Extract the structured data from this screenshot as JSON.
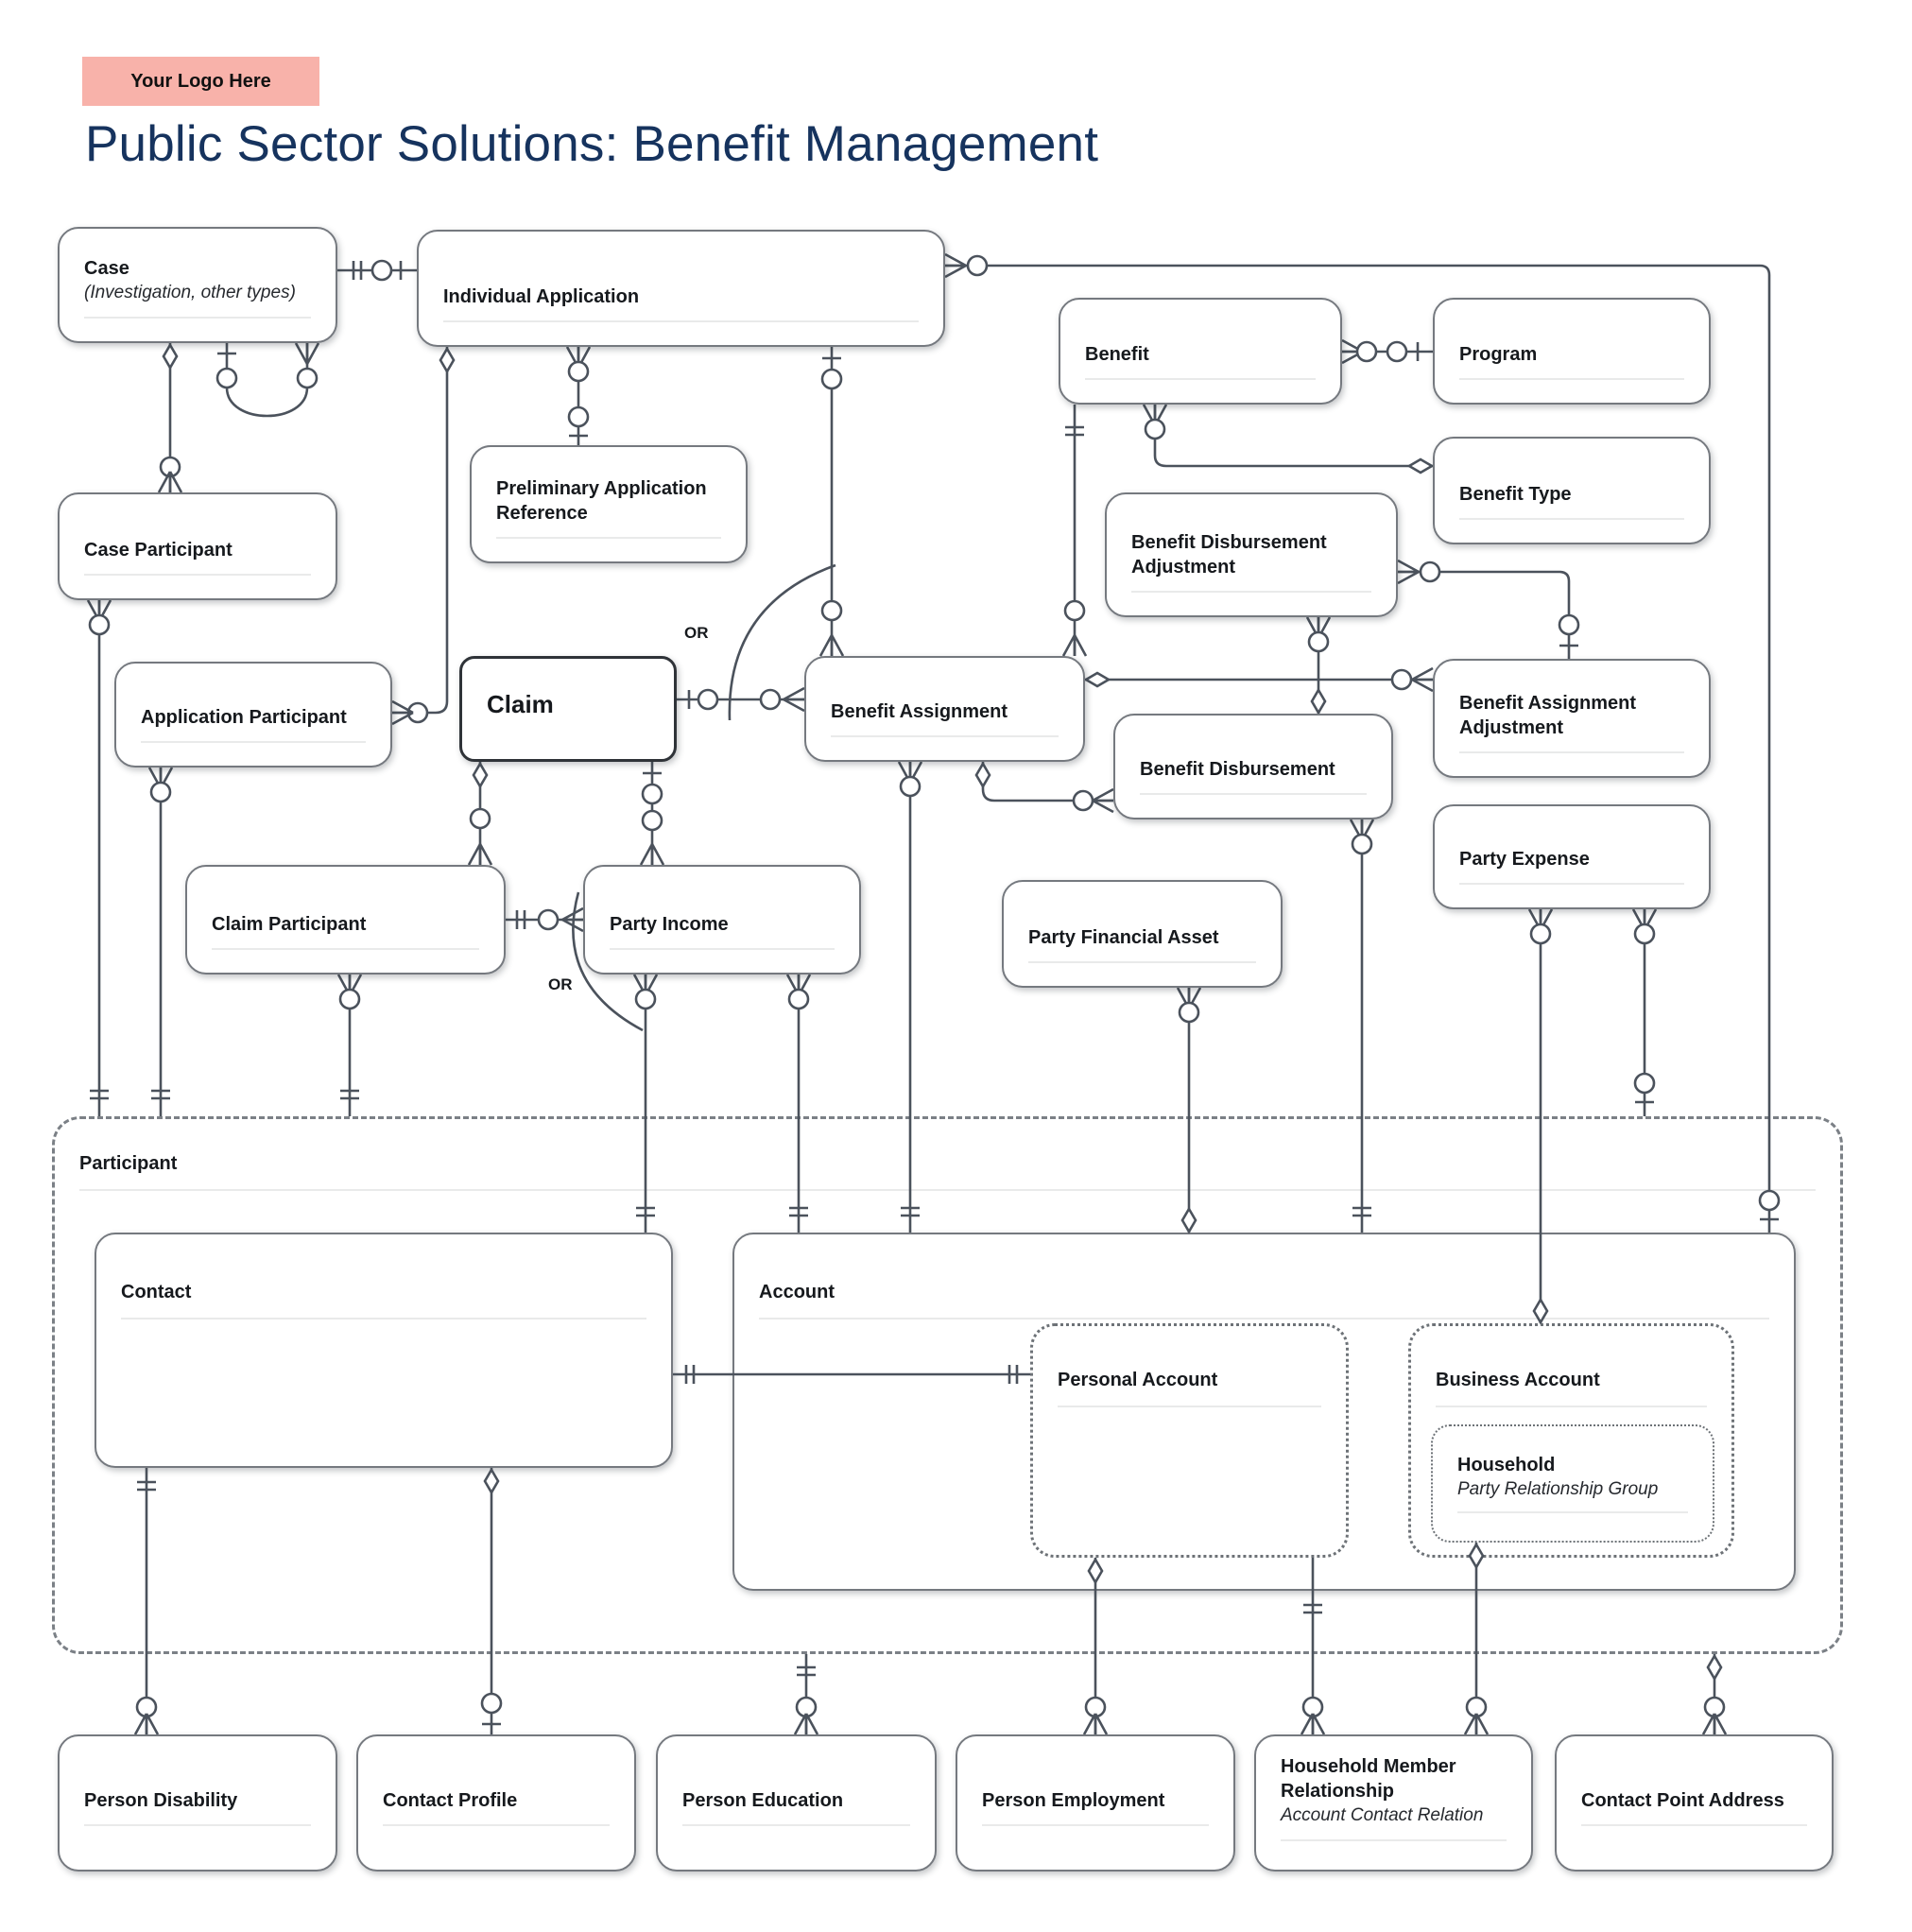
{
  "header": {
    "title": "Public Sector Solutions: Benefit Management"
  },
  "logo": {
    "text": "Your Logo Here"
  },
  "colors": {
    "heading": "#16335e",
    "logo_background": "#f8b2aa",
    "line": "#4b525c",
    "box_border": "#75797f",
    "claim_border": "#2f3338",
    "divider": "#e9eaea"
  },
  "diagram": {
    "or_label": "OR",
    "entities": {
      "case": {
        "title": "Case",
        "subtitle": "(Investigation, other types)"
      },
      "individual_application": {
        "title": "Individual Application"
      },
      "benefit": {
        "title": "Benefit"
      },
      "program": {
        "title": "Program"
      },
      "preliminary_application_reference": {
        "title": "Preliminary Application Reference"
      },
      "benefit_type": {
        "title": "Benefit Type"
      },
      "benefit_disbursement_adjustment": {
        "title": "Benefit Disbursement Adjustment"
      },
      "case_participant": {
        "title": "Case Participant"
      },
      "application_participant": {
        "title": "Application Participant"
      },
      "claim": {
        "title": "Claim"
      },
      "benefit_assignment": {
        "title": "Benefit Assignment"
      },
      "benefit_assignment_adjustment": {
        "title": "Benefit Assignment Adjustment"
      },
      "benefit_disbursement": {
        "title": "Benefit Disbursement"
      },
      "party_expense": {
        "title": "Party Expense"
      },
      "claim_participant": {
        "title": "Claim Participant"
      },
      "party_income": {
        "title": "Party Income"
      },
      "party_financial_asset": {
        "title": "Party Financial Asset"
      },
      "participant": {
        "title": "Participant"
      },
      "contact": {
        "title": "Contact"
      },
      "account": {
        "title": "Account"
      },
      "personal_account": {
        "title": "Personal Account"
      },
      "business_account": {
        "title": "Business Account"
      },
      "household": {
        "title": "Household",
        "subtitle": "Party Relationship Group"
      },
      "person_disability": {
        "title": "Person Disability"
      },
      "contact_profile": {
        "title": "Contact Profile"
      },
      "person_education": {
        "title": "Person Education"
      },
      "person_employment": {
        "title": "Person Employment"
      },
      "household_member_relationship": {
        "title": "Household Member Relationship",
        "subtitle": "Account Contact Relation"
      },
      "contact_point_address": {
        "title": "Contact Point Address"
      }
    }
  }
}
